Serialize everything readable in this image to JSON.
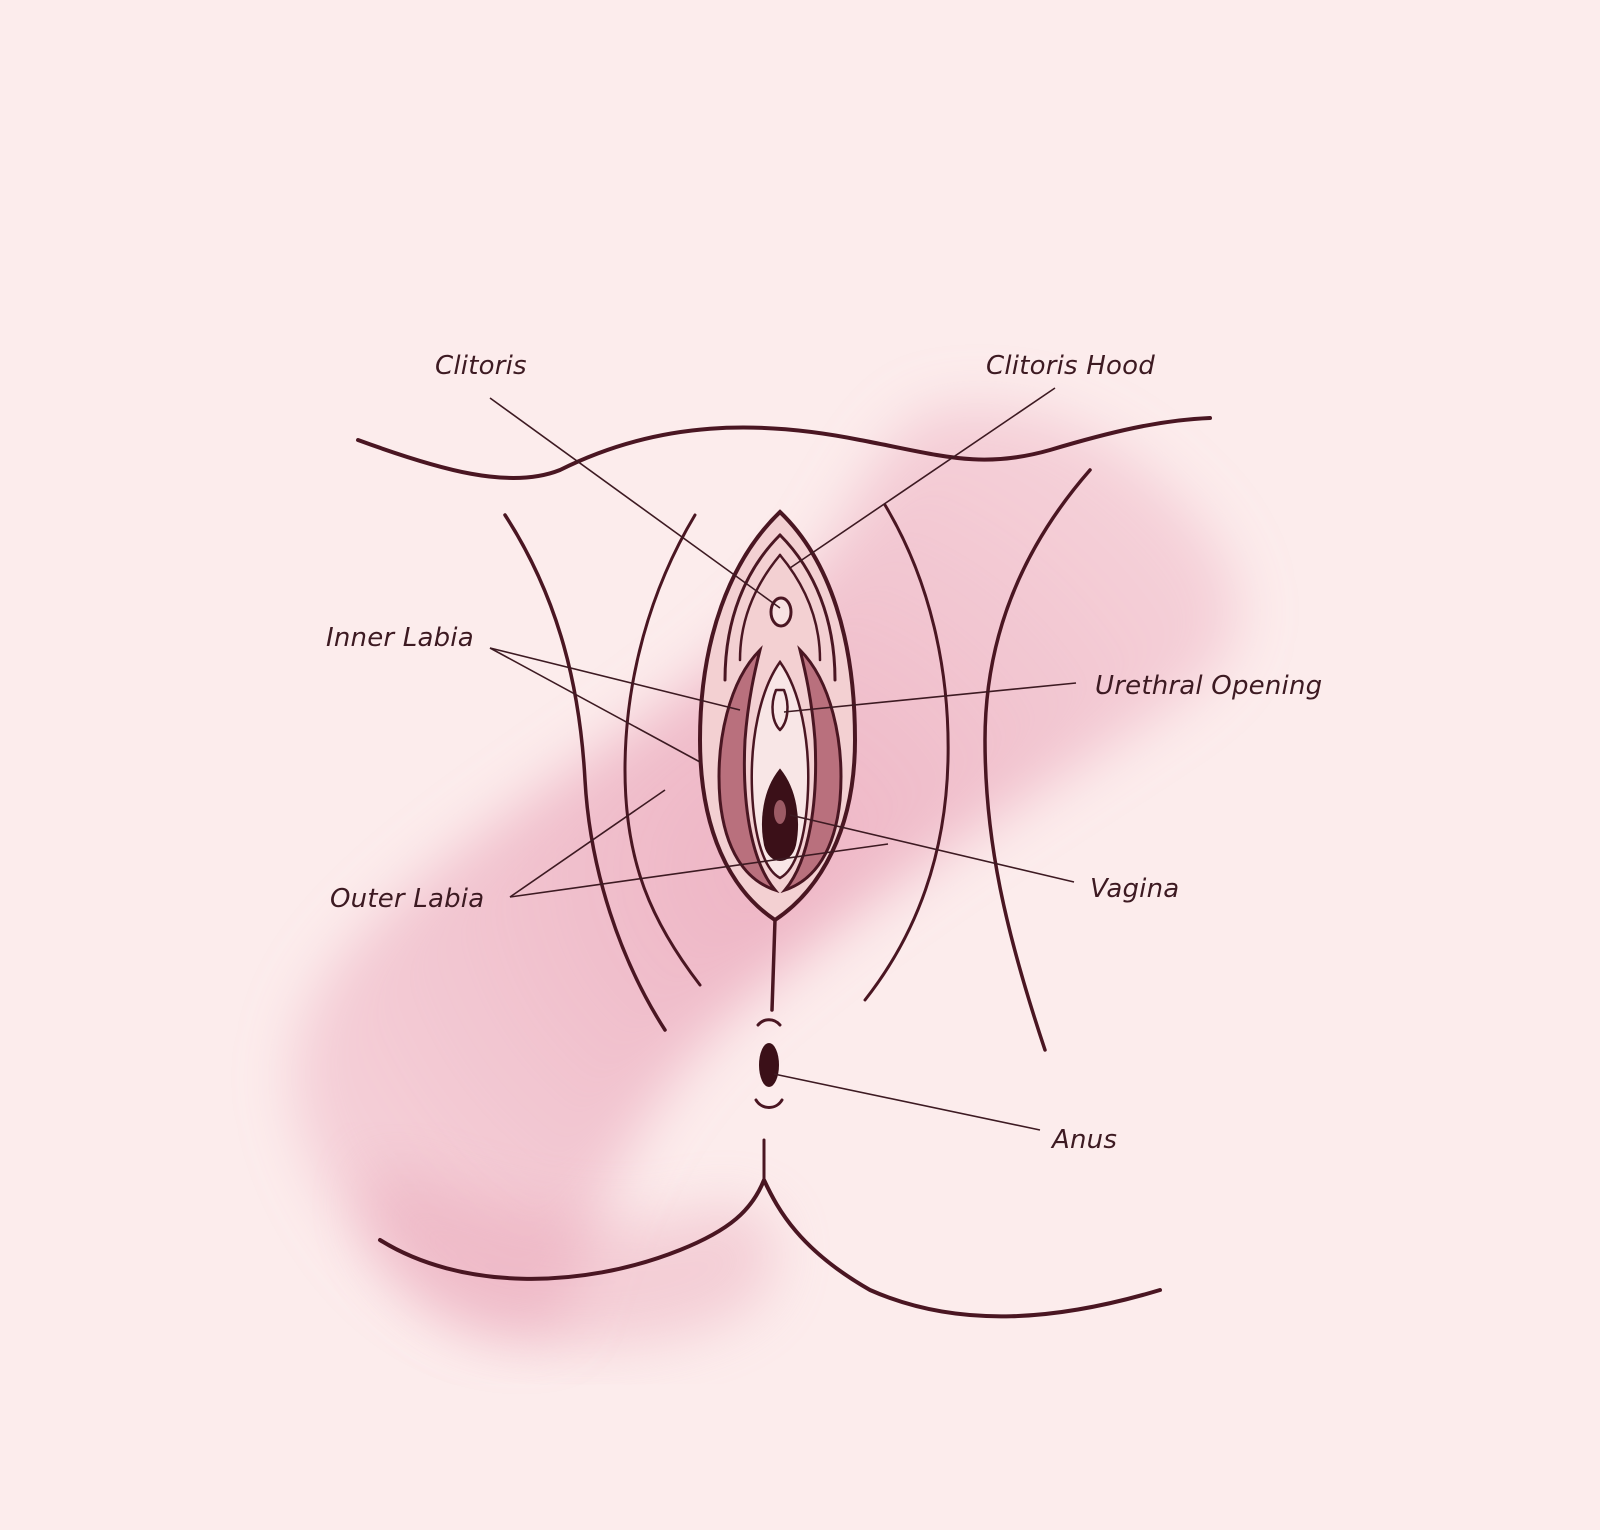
{
  "colors": {
    "background": "#fcecec",
    "watercolor": "#e9a3b8",
    "ink": "#4a1622",
    "label_text": "#3d1a22"
  },
  "labels": {
    "clitoris": "Clitoris",
    "clitoris_hood": "Clitoris Hood",
    "inner_labia": "Inner Labia",
    "urethral_opening": "Urethral Opening",
    "outer_labia": "Outer Labia",
    "vagina": "Vagina",
    "anus": "Anus"
  }
}
